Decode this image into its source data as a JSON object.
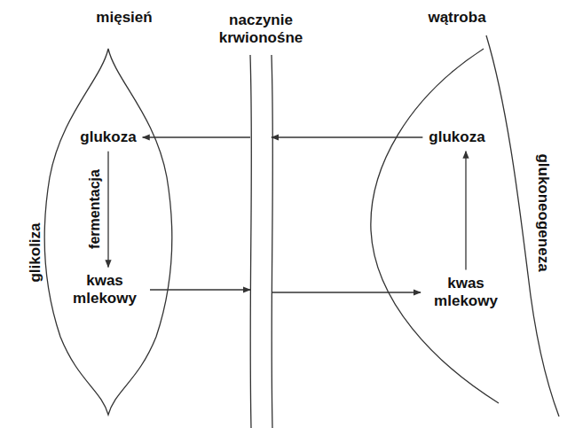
{
  "diagram": {
    "nodes": [
      {
        "text": [
          "mięsień",
          "glikoliza"
        ]
      },
      {
        "text": [
          "glukoza"
        ],
        "in": 0
      },
      {
        "text": [
          "kwas mlekowy"
        ],
        "in": 0
      },
      {
        "text": [
          "naczynie krwionośne"
        ]
      },
      {
        "text": [
          "wątroba",
          "glukoneogeneza"
        ]
      },
      {
        "text": [
          "glukoza"
        ],
        "in": 4
      },
      {
        "text": [
          "kwas mlekowy"
        ],
        "in": 4
      }
    ],
    "edges": [
      {
        "from": 5,
        "to": 3,
        "arrow": "to"
      },
      {
        "from": 3,
        "to": 1,
        "arrow": "to"
      },
      {
        "from": 1,
        "to": 2,
        "label": "fermentacja",
        "arrow": "to"
      },
      {
        "from": 2,
        "to": 3,
        "arrow": "to"
      },
      {
        "from": 3,
        "to": 6,
        "arrow": "to"
      },
      {
        "from": 6,
        "to": 5,
        "arrow": "to"
      }
    ]
  }
}
